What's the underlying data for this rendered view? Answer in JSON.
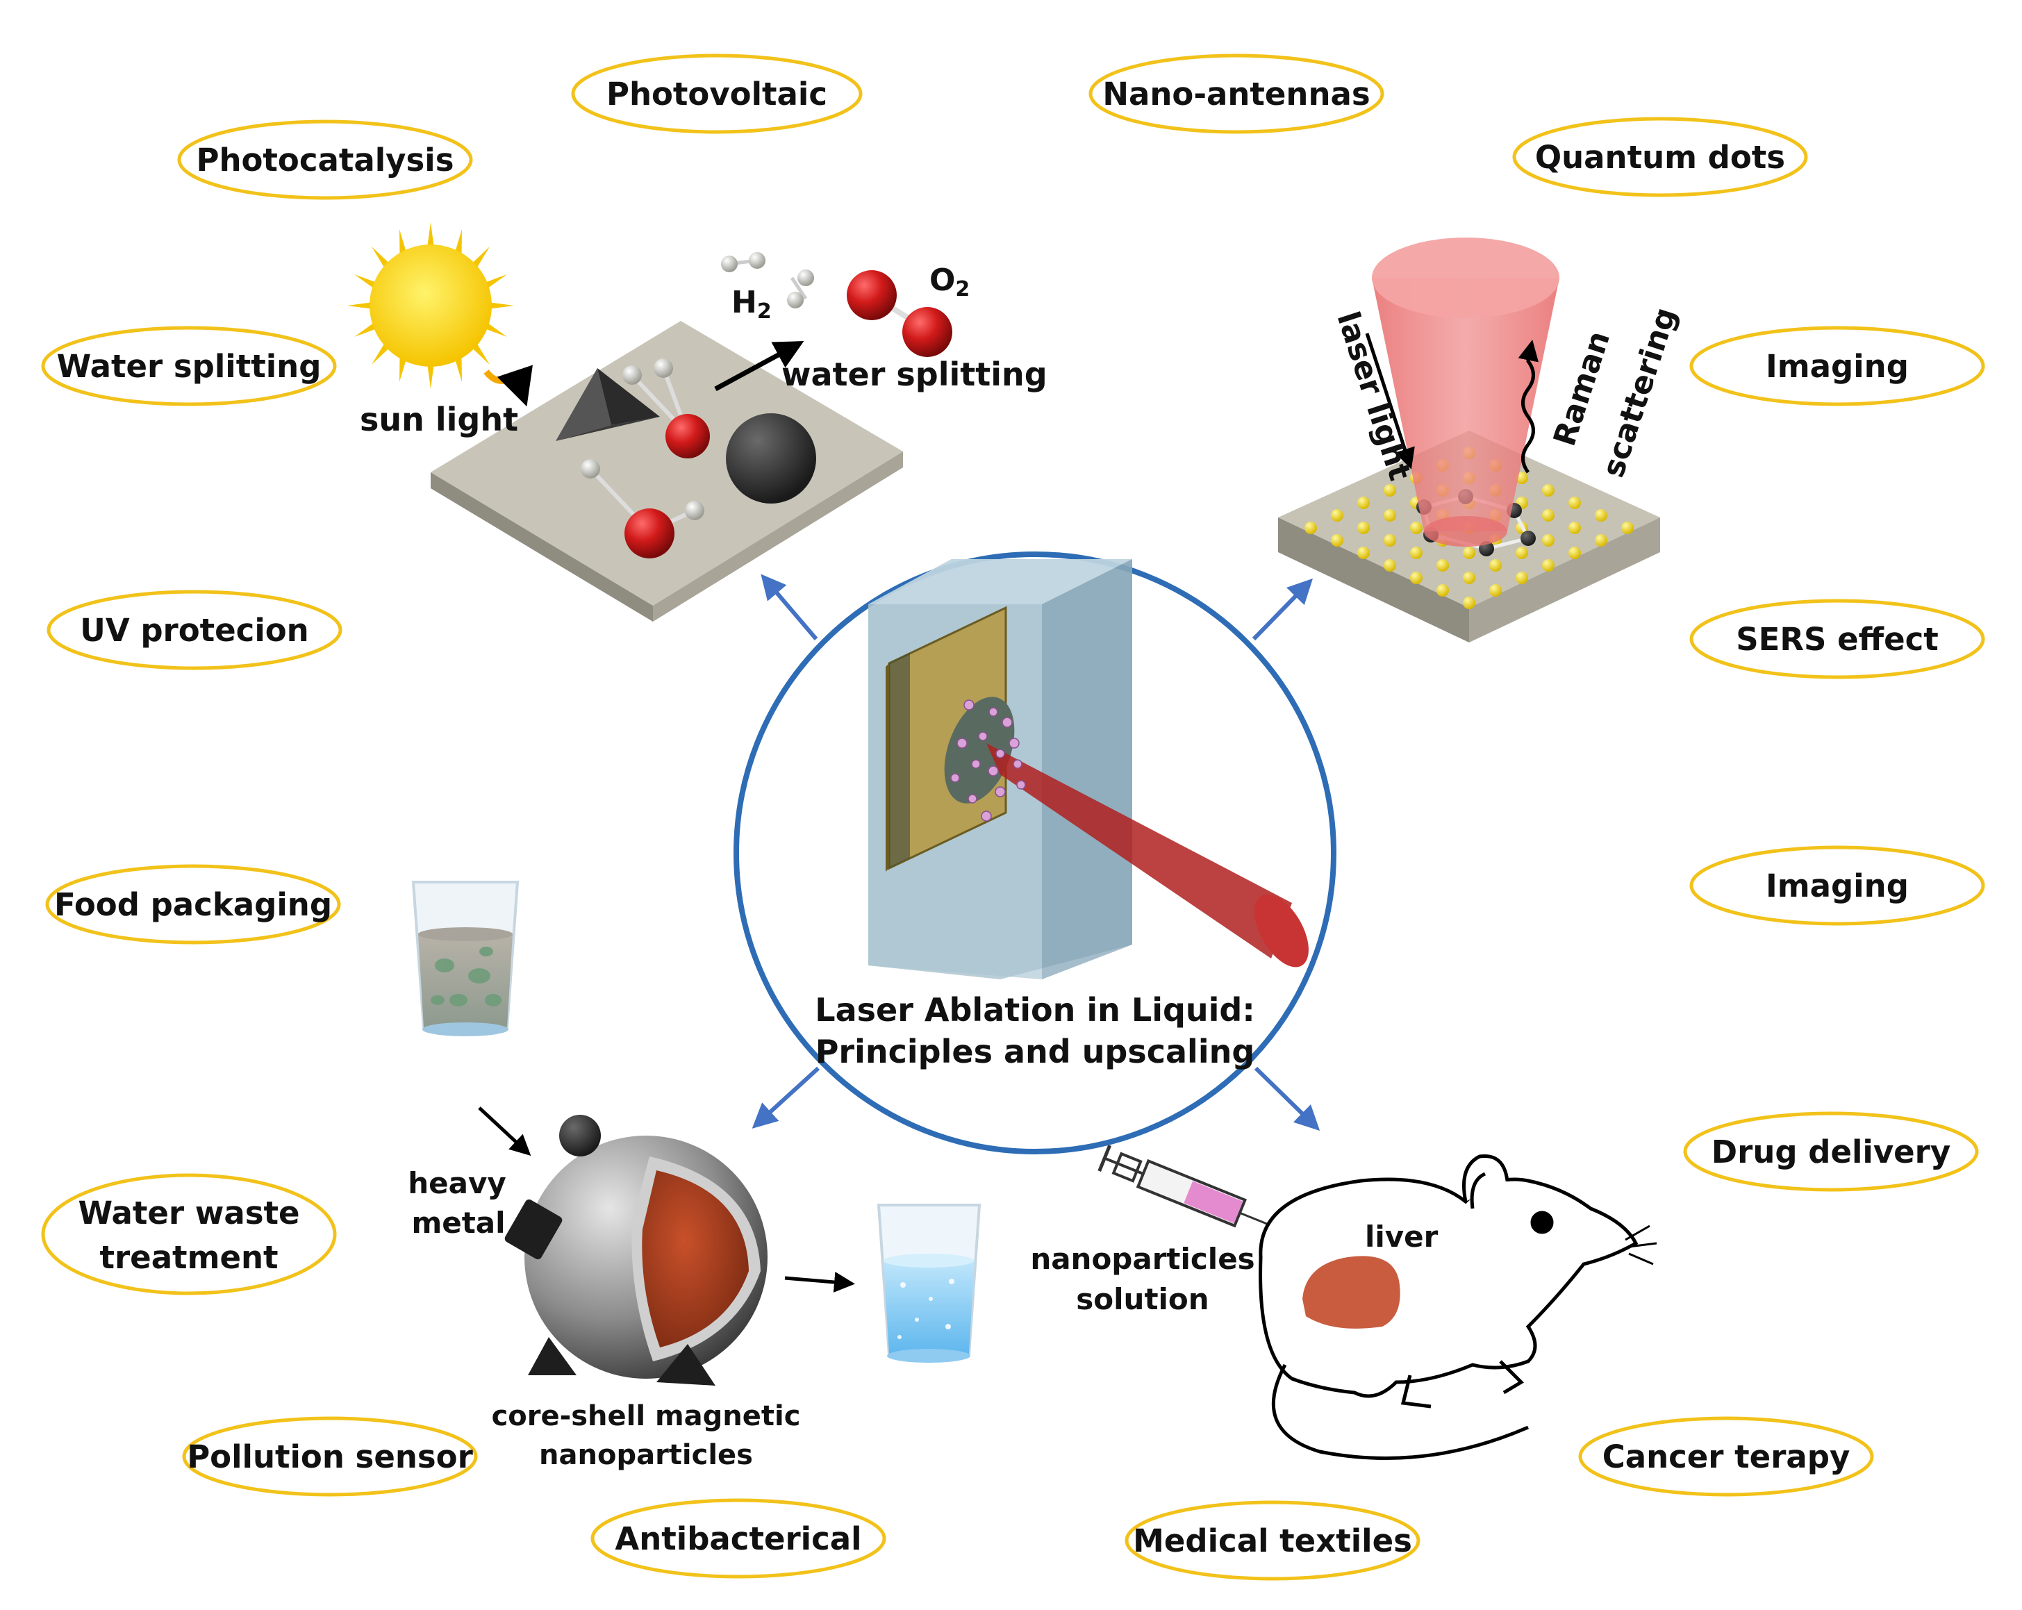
{
  "center": {
    "title_line1": "Laser Ablation in Liquid:",
    "title_line2": "Principles and upscaling"
  },
  "tags": [
    {
      "id": "photovoltaic",
      "label": "Photovoltaic"
    },
    {
      "id": "nano-antennas",
      "label": "Nano-antennas"
    },
    {
      "id": "photocatalysis",
      "label": "Photocatalysis"
    },
    {
      "id": "quantum-dots",
      "label": "Quantum dots"
    },
    {
      "id": "water-splitting",
      "label": "Water splitting"
    },
    {
      "id": "imaging-top",
      "label": "Imaging"
    },
    {
      "id": "uv-protection",
      "label": "UV protecion"
    },
    {
      "id": "sers-effect",
      "label": "SERS effect"
    },
    {
      "id": "food-packaging",
      "label": "Food packaging"
    },
    {
      "id": "imaging-bottom",
      "label": "Imaging"
    },
    {
      "id": "water-waste",
      "label_line1": "Water waste",
      "label_line2": "treatment"
    },
    {
      "id": "drug-delivery",
      "label": "Drug delivery"
    },
    {
      "id": "pollution-sensor",
      "label": "Pollution sensor"
    },
    {
      "id": "cancer-therapy",
      "label": "Cancer terapy"
    },
    {
      "id": "antibacterial",
      "label": "Antibacterical"
    },
    {
      "id": "medical-textiles",
      "label": "Medical textiles"
    }
  ],
  "photocatalysis_panel": {
    "h2": "H",
    "h2_sub": "2",
    "o2": "O",
    "o2_sub": "2",
    "water_splitting": "water splitting",
    "sun_light": "sun light"
  },
  "sers_panel": {
    "laser_light": "laser light",
    "raman": "Raman",
    "scattering": "scattering"
  },
  "water_panel": {
    "heavy": "heavy",
    "metal": "metal",
    "core_shell_line1": "core-shell magnetic",
    "core_shell_line2": "nanoparticles"
  },
  "bio_panel": {
    "liver": "liver",
    "np_line1": "nanoparticles",
    "np_line2": "solution"
  },
  "colors": {
    "tag_border": "#f2c21a",
    "circle": "#2e6db5",
    "arrow": "#4472c4",
    "laser": "#c0272d",
    "particle_red": "#cc1f1f",
    "gold_np": "#ffe11a",
    "liver": "#c95c3f"
  }
}
